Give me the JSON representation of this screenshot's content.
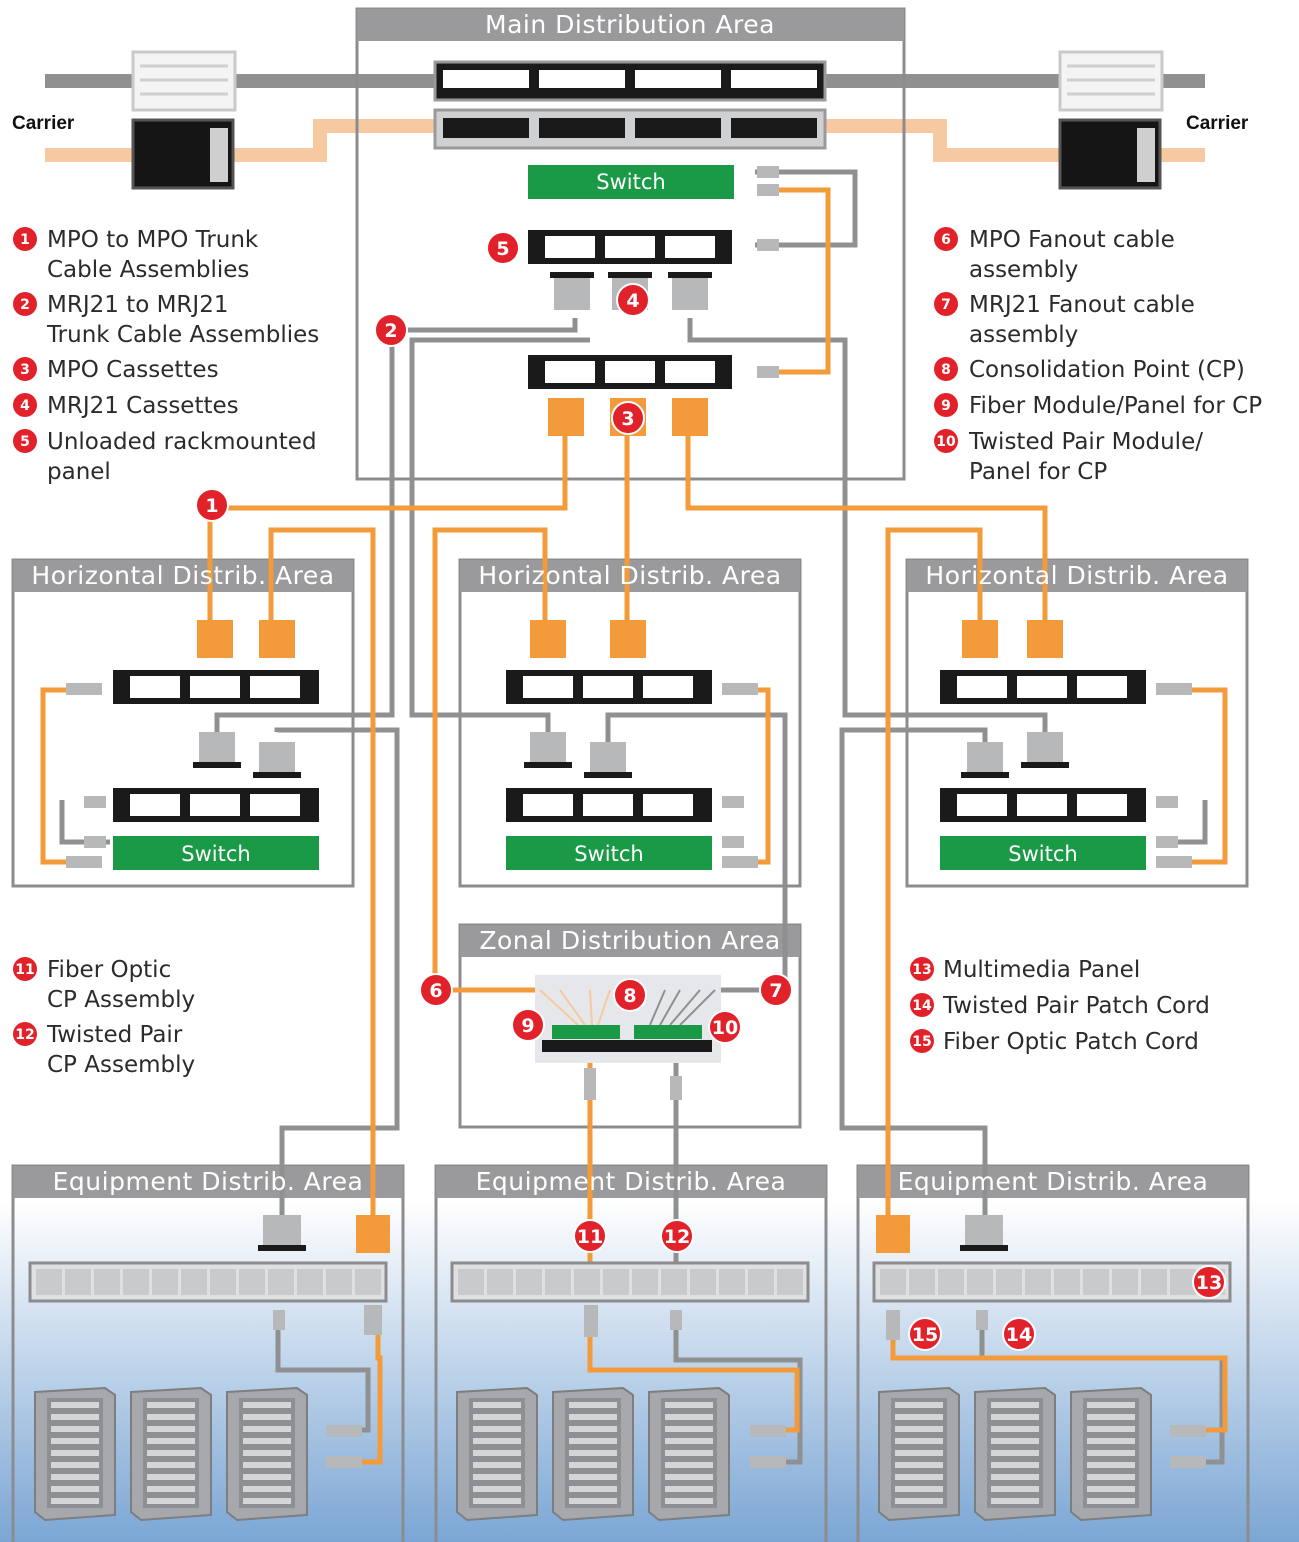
{
  "areas": {
    "main": "Main Distribution Area",
    "hda": "Horizontal Distrib. Area",
    "zda": "Zonal Distribution Area",
    "eda": "Equipment Distrib. Area"
  },
  "switch_label": "Switch",
  "carrier_label": "Carrier",
  "legend": [
    {
      "n": "1",
      "lines": [
        "MPO to MPO Trunk",
        "Cable Assemblies"
      ]
    },
    {
      "n": "2",
      "lines": [
        "MRJ21 to MRJ21",
        "Trunk Cable Assemblies"
      ]
    },
    {
      "n": "3",
      "lines": [
        "MPO Cassettes"
      ]
    },
    {
      "n": "4",
      "lines": [
        "MRJ21 Cassettes"
      ]
    },
    {
      "n": "5",
      "lines": [
        "Unloaded rackmounted",
        "panel"
      ]
    },
    {
      "n": "6",
      "lines": [
        "MPO Fanout cable",
        "assembly"
      ]
    },
    {
      "n": "7",
      "lines": [
        "MRJ21 Fanout cable",
        "assembly"
      ]
    },
    {
      "n": "8",
      "lines": [
        "Consolidation Point (CP)"
      ]
    },
    {
      "n": "9",
      "lines": [
        "Fiber Module/Panel for CP"
      ]
    },
    {
      "n": "10",
      "lines": [
        "Twisted Pair Module/",
        "Panel for CP"
      ]
    },
    {
      "n": "11",
      "lines": [
        "Fiber Optic",
        "CP Assembly"
      ]
    },
    {
      "n": "12",
      "lines": [
        "Twisted Pair",
        "CP Assembly"
      ]
    },
    {
      "n": "13",
      "lines": [
        "Multimedia Panel"
      ]
    },
    {
      "n": "14",
      "lines": [
        "Twisted Pair Patch Cord"
      ]
    },
    {
      "n": "15",
      "lines": [
        "Fiber Optic Patch Cord"
      ]
    }
  ],
  "colors": {
    "area_frame": "#8c8c8e",
    "area_header": "#9a9a9c",
    "fiber_cable": "#f39a3a",
    "copper_cable": "#8f9092",
    "switch": "#1a9a46",
    "badge": "#e2222b",
    "panel": "#1a1a1a",
    "carrier_fiber": "#f6c9a0",
    "floor_gradient": "#7ba6d4"
  }
}
